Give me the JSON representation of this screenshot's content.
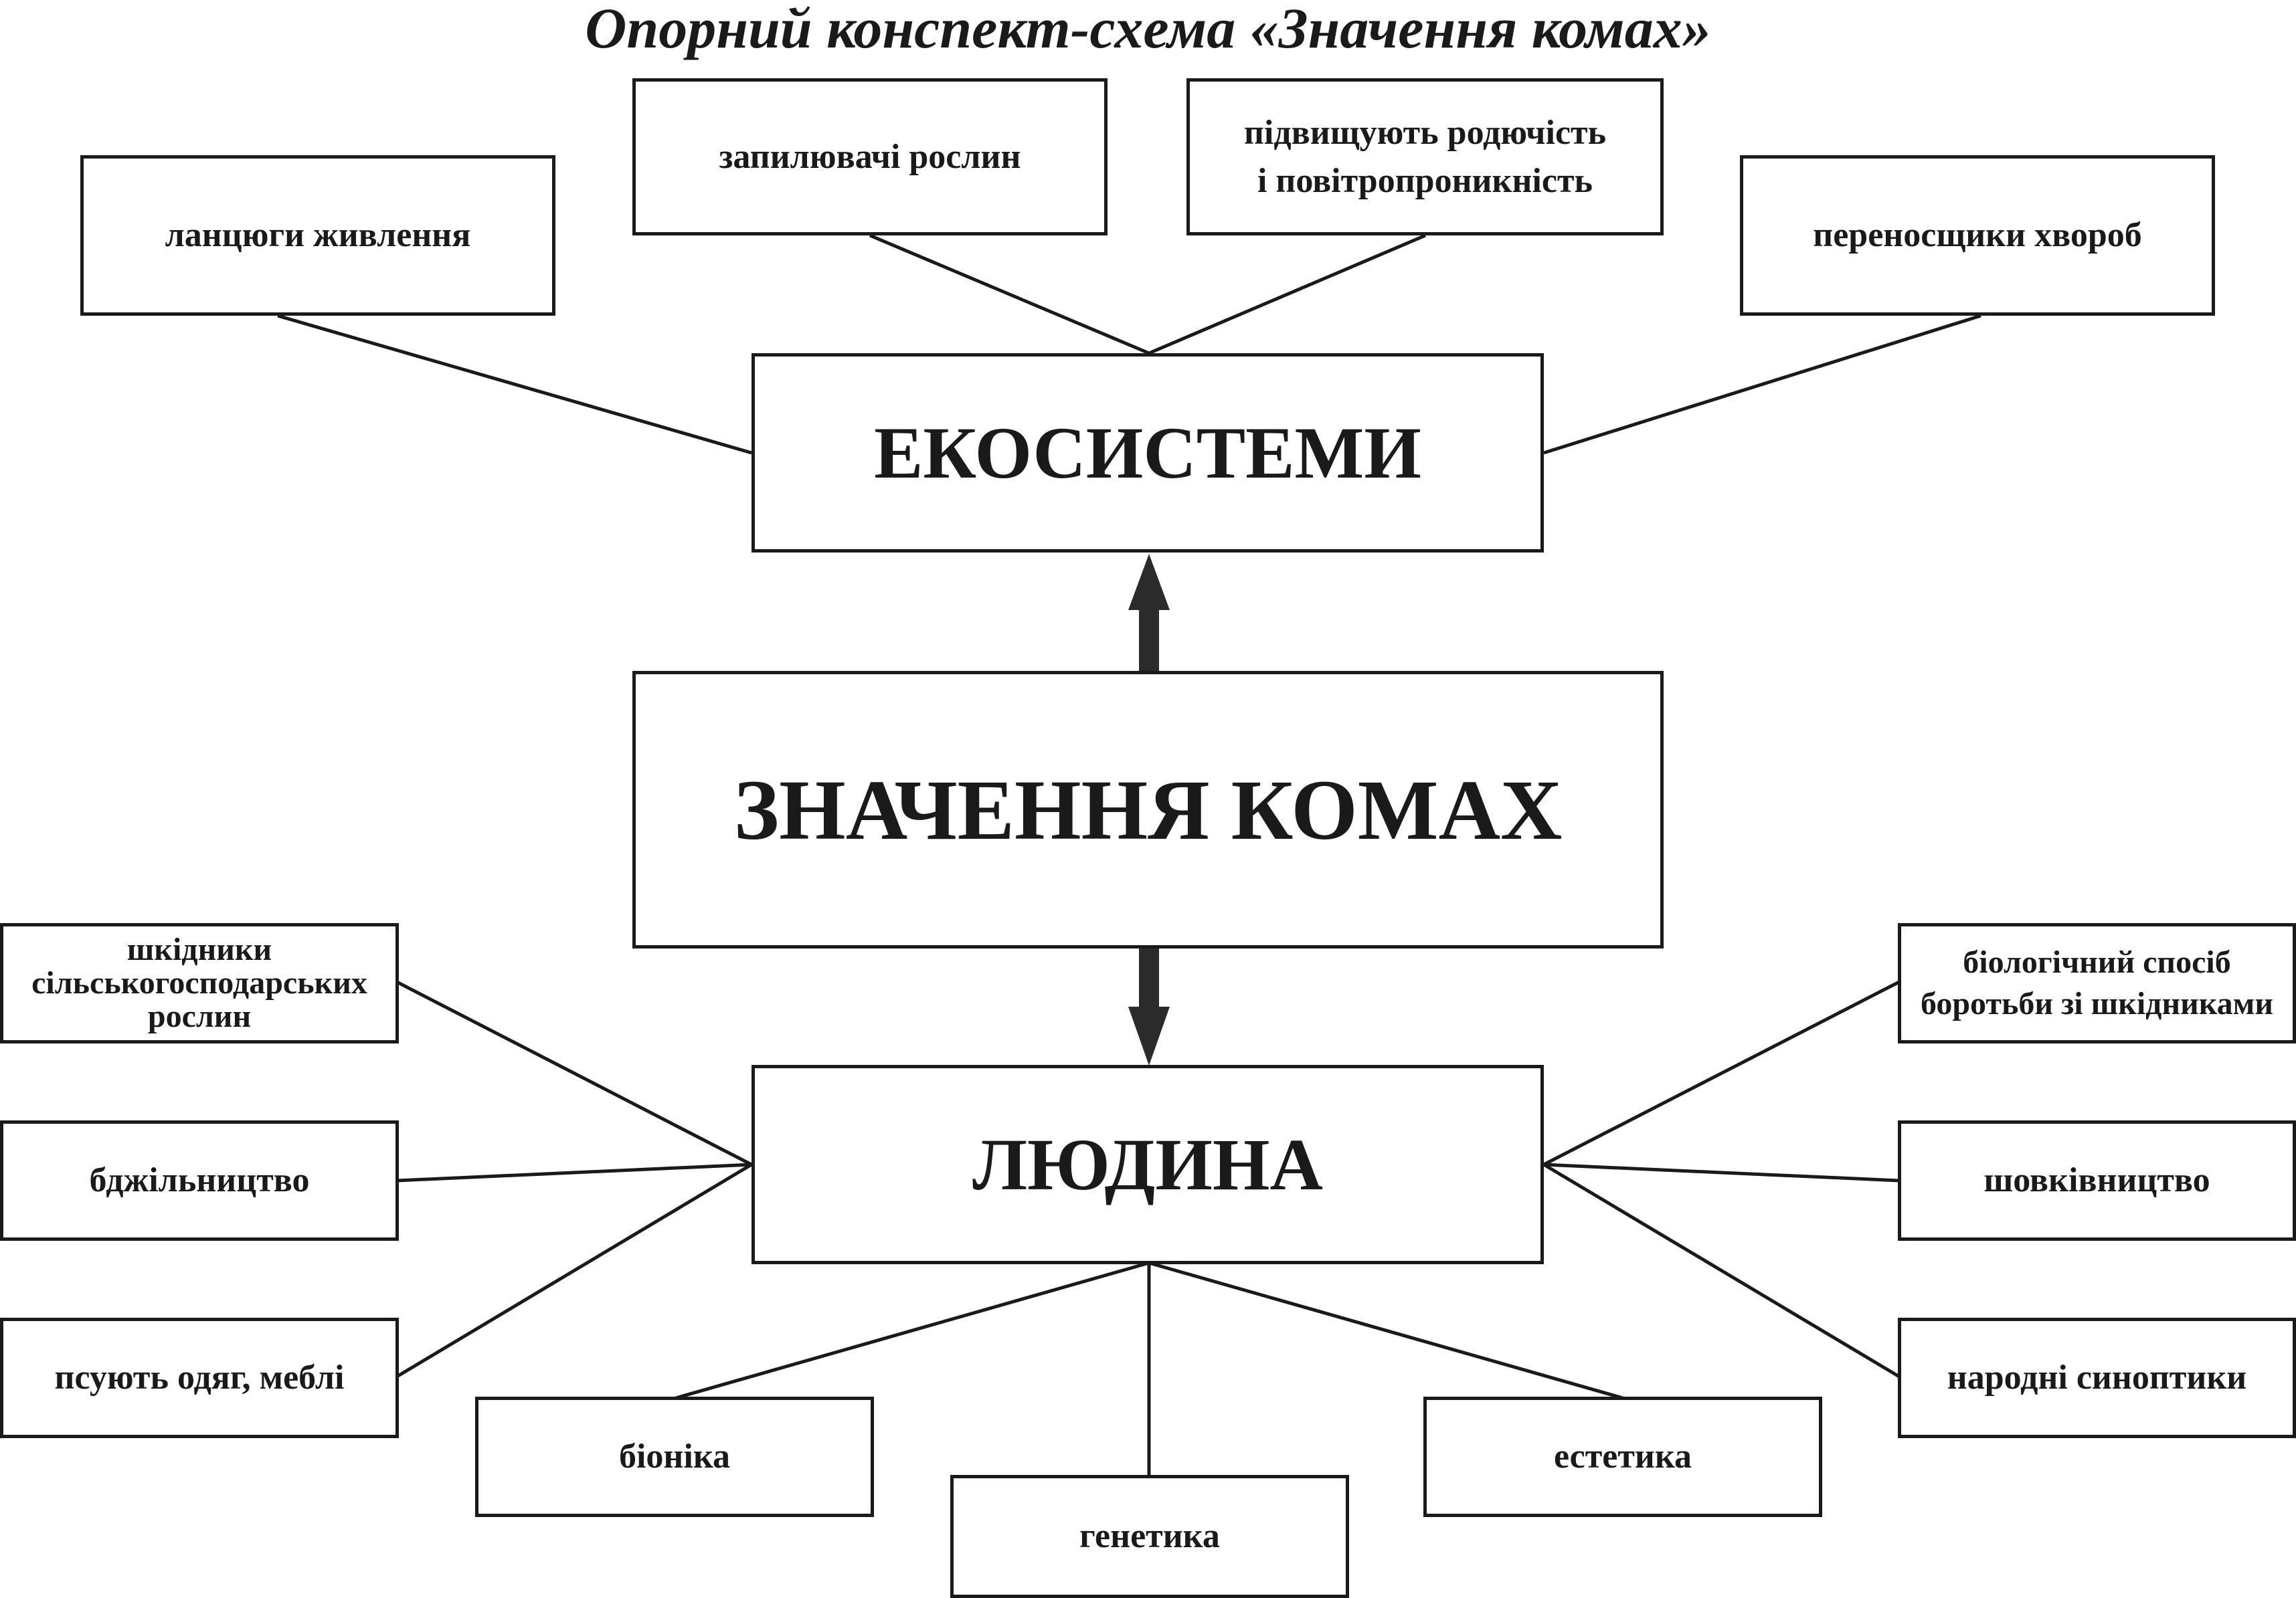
{
  "title": "Опорний конспект-схема «Значення комах»",
  "center": {
    "label": "ЗНАЧЕННЯ КОМАХ"
  },
  "ecosystems": {
    "label": "ЕКОСИСТЕМИ",
    "items": [
      {
        "lines": [
          "ланцюги живлення"
        ]
      },
      {
        "lines": [
          "запилювачі рослин"
        ]
      },
      {
        "lines": [
          "підвищують родючість",
          "і повітропроникність"
        ]
      },
      {
        "lines": [
          "переносщики хвороб"
        ]
      }
    ]
  },
  "human": {
    "label": "ЛЮДИНА",
    "items": [
      {
        "lines": [
          "шкідники",
          "сільськогосподарських",
          "рослин"
        ]
      },
      {
        "lines": [
          "бджільництво"
        ]
      },
      {
        "lines": [
          "псують одяг, меблі"
        ]
      },
      {
        "lines": [
          "біоніка"
        ]
      },
      {
        "lines": [
          "генетика"
        ]
      },
      {
        "lines": [
          "естетика"
        ]
      },
      {
        "lines": [
          "біологічний спосіб",
          "боротьби зі шкідниками"
        ]
      },
      {
        "lines": [
          "шовківництво"
        ]
      },
      {
        "lines": [
          "народні синоптики"
        ]
      }
    ]
  },
  "colors": {
    "stroke": "#1a1a1a",
    "arrow": "#2b2b2b",
    "background": "#ffffff"
  }
}
